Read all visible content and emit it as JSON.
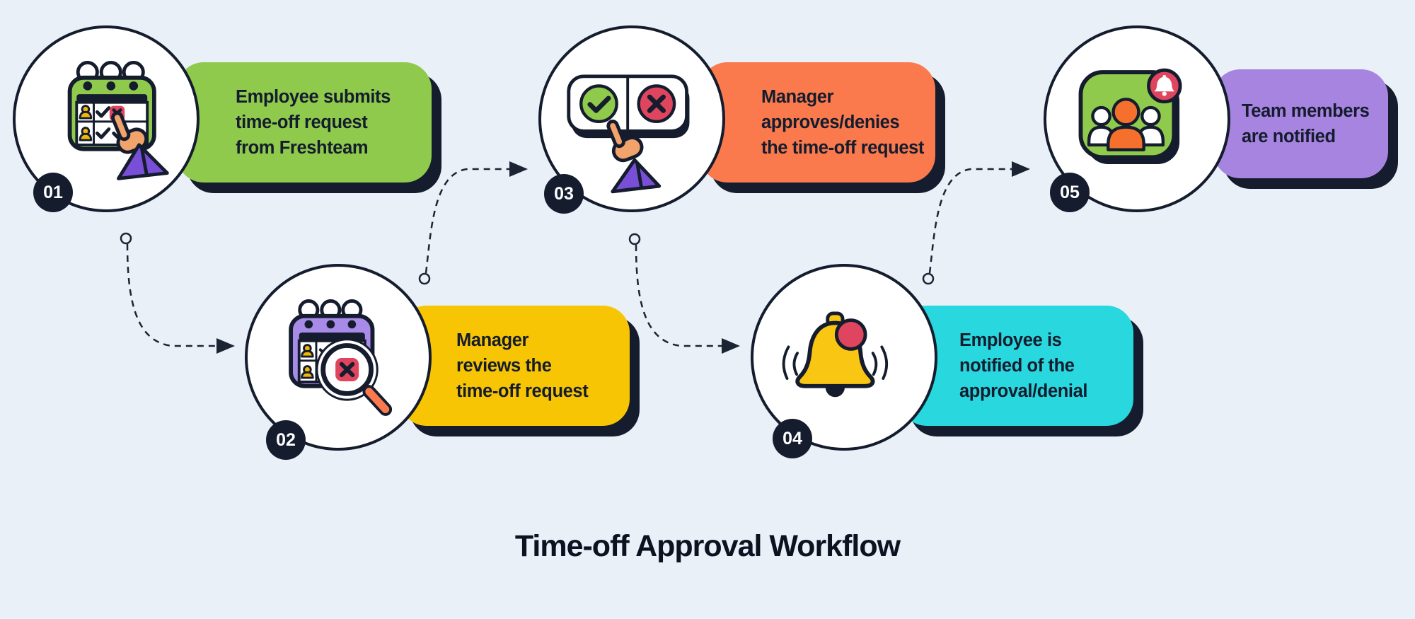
{
  "title": "Time-off Approval Workflow",
  "palette": {
    "background": "#e9f0f8",
    "outline": "#141c2d",
    "crimson": "#e0455f",
    "skin": "#f2a26b",
    "sleeve_purple": "#7a4fd8",
    "person_yellow": "#f2b705",
    "bell_yellow": "#f9c613",
    "calendar_purple": "#a88be8",
    "icon_green": "#8fca4d",
    "center_person_orange": "#f4702c",
    "handle_orange": "#fa7a4e"
  },
  "steps": [
    {
      "number": "01",
      "label": "Employee submits\ntime-off request\nfrom Freshteam",
      "color": "#8fca4d",
      "icon": "calendar-submit-icon"
    },
    {
      "number": "02",
      "label": "Manager\nreviews the\ntime-off request",
      "color": "#f8c504",
      "icon": "calendar-review-icon"
    },
    {
      "number": "03",
      "label": "Manager\napproves/denies\nthe time-off request",
      "color": "#fa7a4e",
      "icon": "approve-deny-icon"
    },
    {
      "number": "04",
      "label": "Employee is\nnotified of the\napproval/denial",
      "color": "#29d8df",
      "icon": "bell-notification-icon"
    },
    {
      "number": "05",
      "label": "Team members\nare notified",
      "color": "#a684e0",
      "icon": "team-notified-icon"
    }
  ]
}
